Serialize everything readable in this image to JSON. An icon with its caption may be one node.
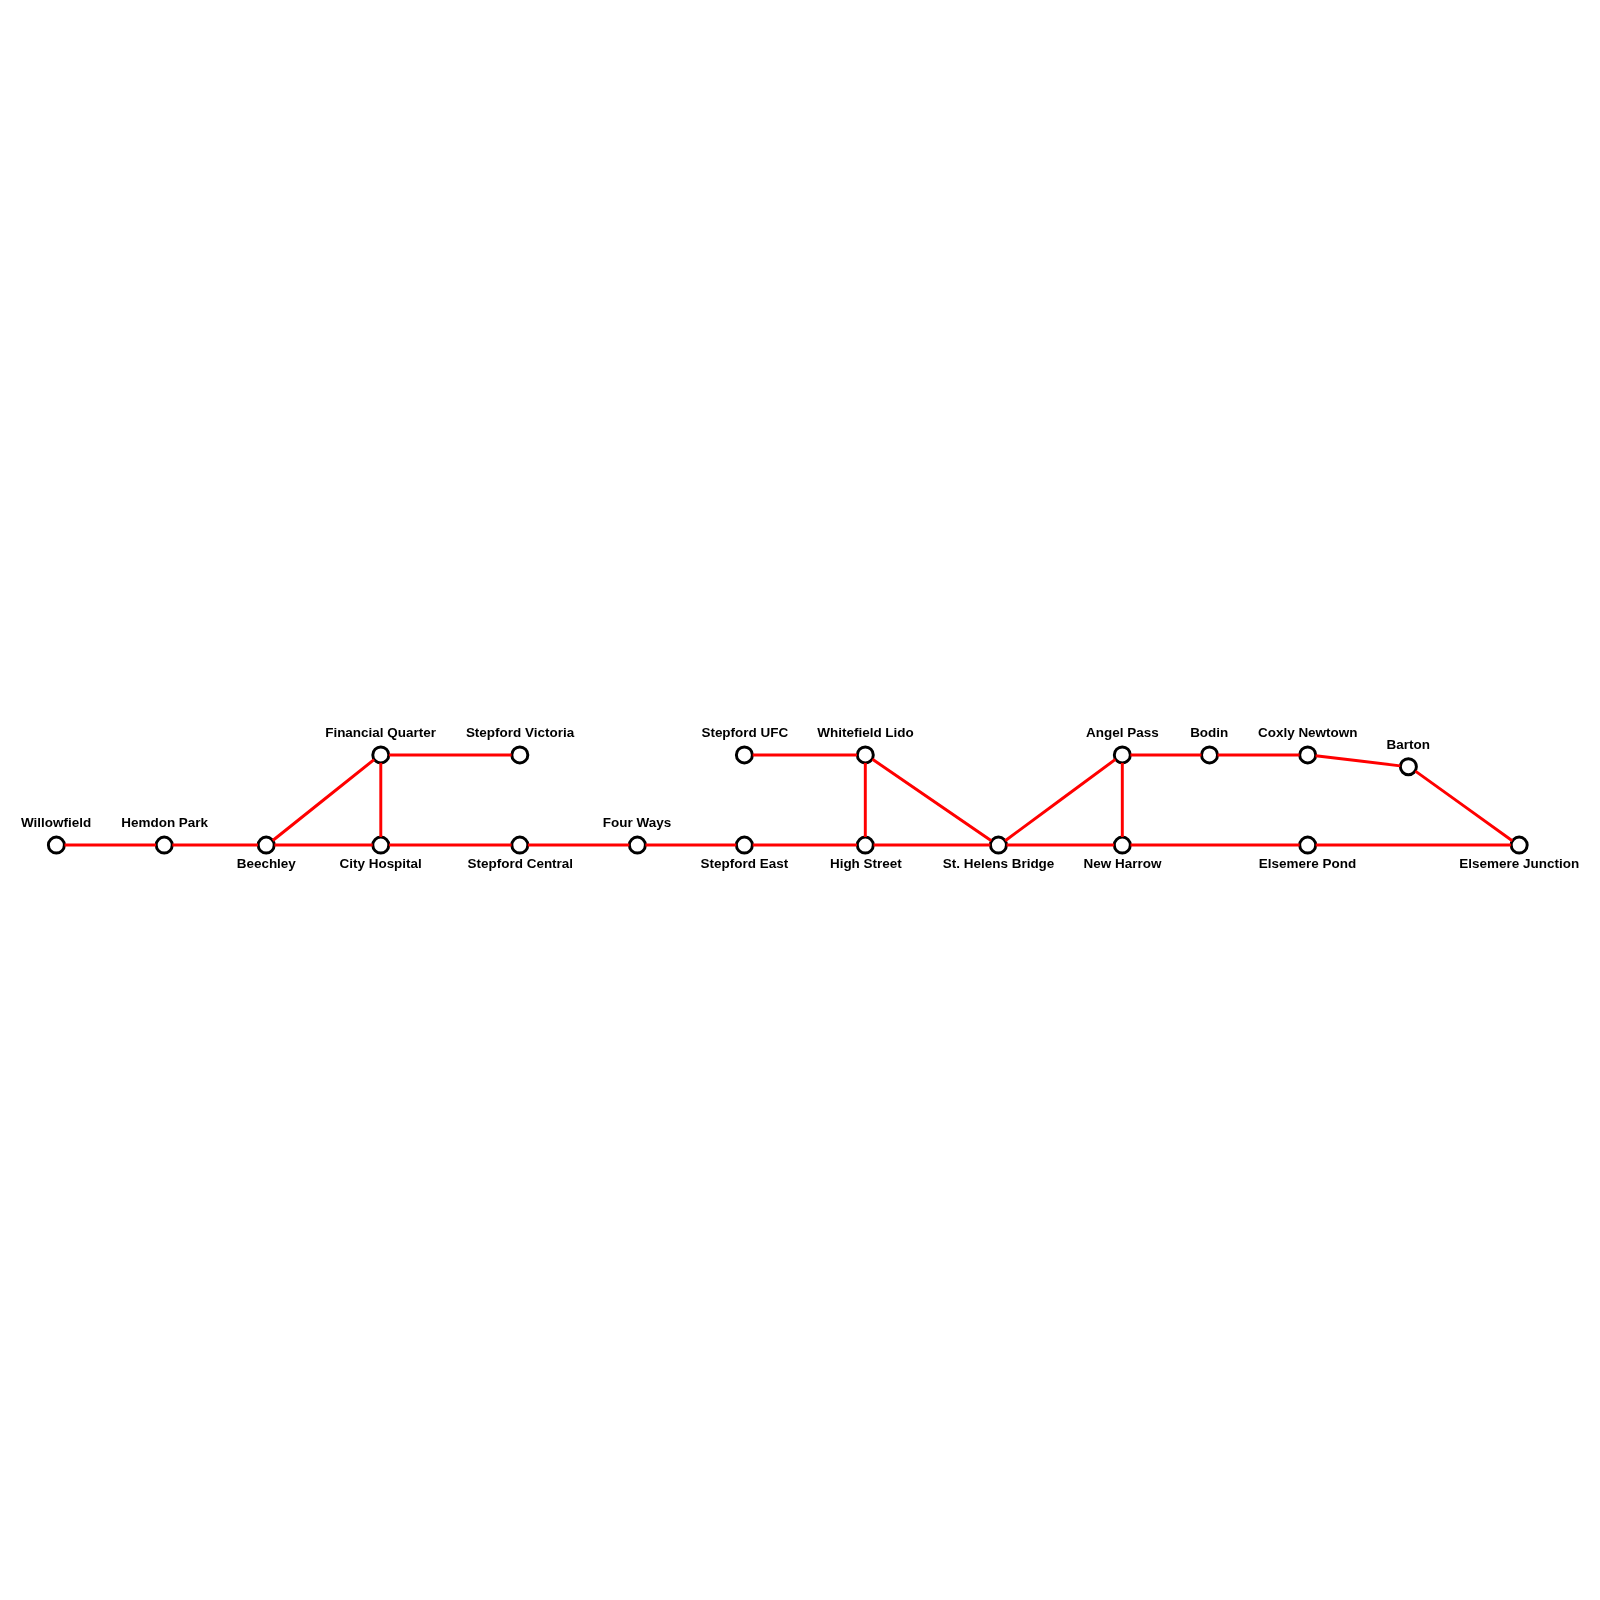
{
  "diagram": {
    "nodes": [
      {
        "text": [],
        "shape": "circle",
        "beside": [
          "Willowfield"
        ]
      },
      {
        "text": [],
        "shape": "circle",
        "beside": [
          "Hemdon Park"
        ]
      },
      {
        "text": [],
        "shape": "circle",
        "beside": [
          "Beechley"
        ]
      },
      {
        "text": [],
        "shape": "circle",
        "beside": [
          "City Hospital"
        ]
      },
      {
        "text": [],
        "shape": "circle",
        "beside": [
          "Financial Quarter"
        ]
      },
      {
        "text": [],
        "shape": "circle",
        "beside": [
          "Stepford Victoria"
        ]
      },
      {
        "text": [],
        "shape": "circle",
        "beside": [
          "Stepford Central"
        ]
      },
      {
        "text": [],
        "shape": "circle",
        "beside": [
          "Four Ways"
        ]
      },
      {
        "text": [],
        "shape": "circle",
        "beside": [
          "Stepford East"
        ]
      },
      {
        "text": [],
        "shape": "circle",
        "beside": [
          "Stepford UFC"
        ]
      },
      {
        "text": [],
        "shape": "circle",
        "beside": [
          "Whitefield Lido"
        ]
      },
      {
        "text": [],
        "shape": "circle",
        "beside": [
          "High Street"
        ]
      },
      {
        "text": [],
        "shape": "circle",
        "beside": [
          "St. Helens Bridge"
        ]
      },
      {
        "text": [],
        "shape": "circle",
        "beside": [
          "Angel Pass"
        ]
      },
      {
        "text": [],
        "shape": "circle",
        "beside": [
          "New Harrow"
        ]
      },
      {
        "text": [],
        "shape": "circle",
        "beside": [
          "Bodin"
        ]
      },
      {
        "text": [],
        "shape": "circle",
        "beside": [
          "Coxly Newtown"
        ]
      },
      {
        "text": [],
        "shape": "circle",
        "beside": [
          "Barton"
        ]
      },
      {
        "text": [],
        "shape": "circle",
        "beside": [
          "Elsemere Pond"
        ]
      },
      {
        "text": [],
        "shape": "circle",
        "beside": [
          "Elsemere Junction"
        ]
      }
    ],
    "edges": [
      {
        "from": 0,
        "to": 1,
        "arrow": "none"
      },
      {
        "from": 1,
        "to": 2,
        "arrow": "none"
      },
      {
        "from": 2,
        "to": 3,
        "arrow": "none"
      },
      {
        "from": 2,
        "to": 4,
        "arrow": "none"
      },
      {
        "from": 4,
        "to": 3,
        "arrow": "none"
      },
      {
        "from": 4,
        "to": 5,
        "arrow": "none"
      },
      {
        "from": 3,
        "to": 6,
        "arrow": "none"
      },
      {
        "from": 6,
        "to": 7,
        "arrow": "none"
      },
      {
        "from": 7,
        "to": 8,
        "arrow": "none"
      },
      {
        "from": 8,
        "to": 11,
        "arrow": "none"
      },
      {
        "from": 9,
        "to": 10,
        "arrow": "none"
      },
      {
        "from": 10,
        "to": 11,
        "arrow": "none"
      },
      {
        "from": 10,
        "to": 12,
        "arrow": "none"
      },
      {
        "from": 11,
        "to": 12,
        "arrow": "none"
      },
      {
        "from": 12,
        "to": 13,
        "arrow": "none"
      },
      {
        "from": 12,
        "to": 14,
        "arrow": "none"
      },
      {
        "from": 13,
        "to": 14,
        "arrow": "none"
      },
      {
        "from": 13,
        "to": 15,
        "arrow": "none"
      },
      {
        "from": 15,
        "to": 16,
        "arrow": "none"
      },
      {
        "from": 16,
        "to": 17,
        "arrow": "none"
      },
      {
        "from": 17,
        "to": 19,
        "arrow": "none"
      },
      {
        "from": 14,
        "to": 18,
        "arrow": "none"
      },
      {
        "from": 18,
        "to": 19,
        "arrow": "none"
      }
    ]
  }
}
